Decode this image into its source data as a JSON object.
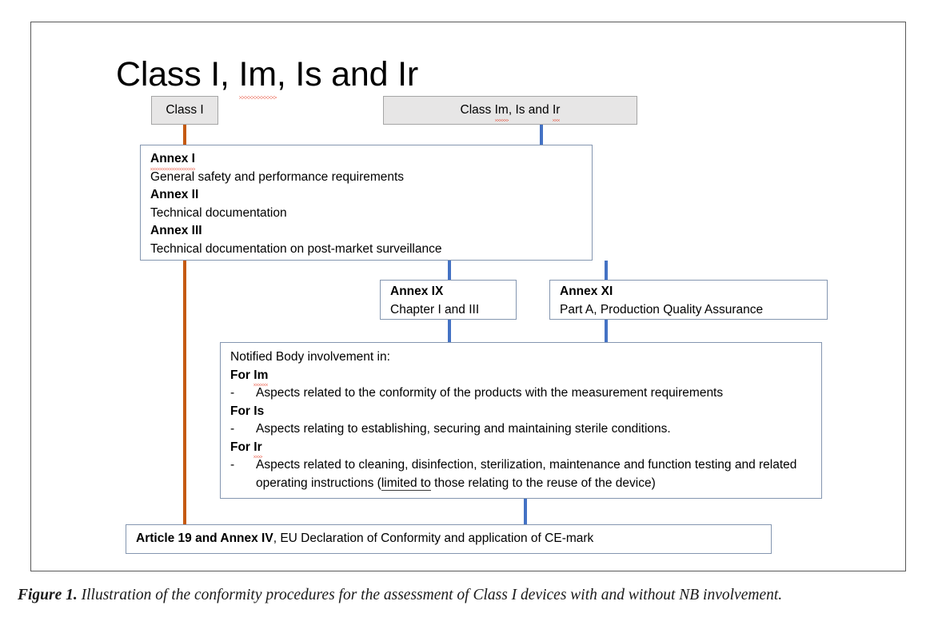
{
  "figure": {
    "title": "Class I, Im, Is and Ir",
    "caption_number": "Figure 1.",
    "caption_text": " Illustration of the conformity procedures for the assessment of Class I devices with and without NB involvement."
  },
  "colors": {
    "connector_blue": "#4472C4",
    "connector_orange": "#C55A11",
    "box_border": "#8496B0",
    "gray_box_fill": "#E7E6E6",
    "gray_box_border": "#A5A5A5",
    "frame_border": "#595959",
    "spellcheck_red": "#E8503A"
  },
  "nodes": {
    "class_i": {
      "label": "Class I"
    },
    "class_im_is_ir": {
      "label_prefix": "Class ",
      "label_im": "Im",
      "label_mid": ", Is and ",
      "label_ir": "Ir"
    },
    "annexes": {
      "annex_i_heading": "Annex I",
      "annex_i_body": "General safety and performance requirements",
      "annex_ii_heading": "Annex II",
      "annex_ii_body": "Technical documentation",
      "annex_iii_heading": "Annex III",
      "annex_iii_body": "Technical documentation on post-market surveillance"
    },
    "annex_ix": {
      "heading": "Annex IX",
      "body": "Chapter I and III"
    },
    "annex_xi": {
      "heading": "Annex XI",
      "body": "Part A, Production Quality Assurance"
    },
    "notified_body": {
      "intro": "Notified Body involvement in:",
      "groups": [
        {
          "heading_prefix": "For ",
          "heading_code": "Im",
          "dash": "-",
          "bullet": "Aspects related to the conformity of the products with the measurement requirements"
        },
        {
          "heading_prefix": "For ",
          "heading_code": "Is",
          "dash": "-",
          "bullet": "Aspects relating to establishing, securing and maintaining sterile conditions."
        },
        {
          "heading_prefix": "For ",
          "heading_code": "Ir",
          "dash": "-",
          "bullet_part1": "Aspects related to cleaning, disinfection, sterilization, maintenance and function testing and related operating instructions (",
          "bullet_grammar": "limited to",
          "bullet_part2": " those relating to the reuse of the device)"
        }
      ]
    },
    "article19": {
      "bold": "Article 19 and Annex IV",
      "rest": ", EU Declaration of Conformity and application of CE-mark"
    }
  }
}
